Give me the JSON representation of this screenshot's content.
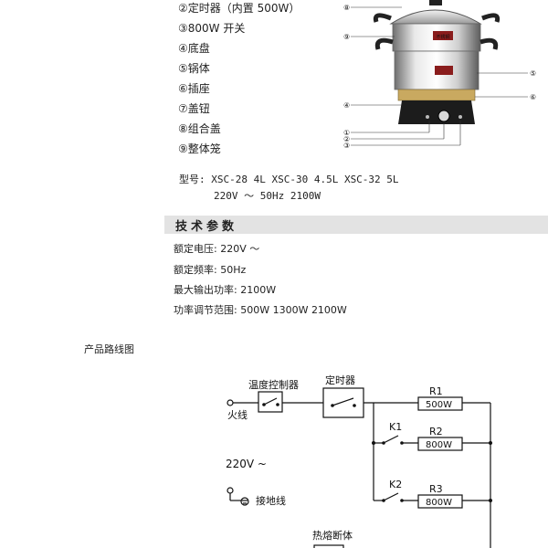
{
  "parts": [
    {
      "num": "②",
      "text": "定时器（内置 500W）"
    },
    {
      "num": "③",
      "text": "800W 开关"
    },
    {
      "num": "④",
      "text": "底盘"
    },
    {
      "num": "⑤",
      "text": "锅体"
    },
    {
      "num": "⑥",
      "text": "插座"
    },
    {
      "num": "⑦",
      "text": "盖钮"
    },
    {
      "num": "⑧",
      "text": "组合盖"
    },
    {
      "num": "⑨",
      "text": "整体笼"
    }
  ],
  "callouts": {
    "left": [
      "⑧",
      "⑨",
      "④",
      "①",
      "②",
      "③"
    ],
    "right": [
      "⑤",
      "⑥"
    ]
  },
  "pot_logo": "不锈钢",
  "model_line1": "型号: XSC-28   4L     XSC-30   4.5L    XSC-32   5L",
  "model_line2": "220V ～   50Hz   2100W",
  "tech_title": "技术参数",
  "specs": [
    "额定电压: 220V ～",
    "额定频率: 50Hz",
    "最大输出功率: 2100W",
    "功率调节范围: 500W   1300W   2100W"
  ],
  "circuit_caption": "产品路线图",
  "circuit": {
    "temp_controller": "温度控制器",
    "timer": "定时器",
    "live_wire": "火线",
    "voltage": "220V ~",
    "ground_wire": "接地线",
    "fuse": "热熔断体",
    "k1": "K1",
    "k2": "K2",
    "r1": "R1",
    "r1_value": "500W",
    "r2": "R2",
    "r2_value": "800W",
    "r3": "R3",
    "r3_value": "800W"
  }
}
